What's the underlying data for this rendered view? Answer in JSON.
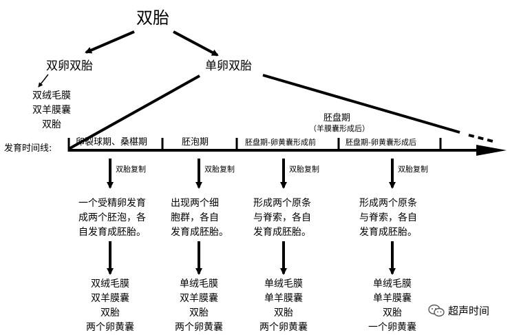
{
  "title": "双胎",
  "branches": {
    "dizygotic": "双卵双胎",
    "monozygotic": "单卵双胎"
  },
  "dizygotic_result": "双绒毛膜\n双羊膜囊\n双胎",
  "timeline": {
    "label": "发育时间线:",
    "stages": [
      "卵裂球期、桑椹期",
      "胚泡期",
      "胚盘期-卵黄囊形成前",
      "胚盘期-卵黄囊形成后"
    ],
    "embryo_disc_period": "胚盘期",
    "embryo_disc_note": "（羊膜囊形成后）"
  },
  "twin_copy_label": "双胎复制",
  "descriptions": [
    "一个受精卵发育\n成两个胚泡，各\n自发育成胚胎。",
    "出现两个细\n胞群，各自\n发育成胚胎。",
    "形成两个原条\n与脊索，各自\n发育成胚胎。",
    "形成两个原条\n与脊索，各自\n发育成胚胎。"
  ],
  "results": [
    "双绒毛膜\n双羊膜囊\n双胎\n两个卵黄囊",
    "单绒毛膜\n双羊膜囊\n双胎\n两个卵黄囊",
    "单绒毛膜\n单羊膜囊\n双胎\n两个卵黄囊",
    "单绒毛膜\n单羊膜囊\n双胎\n一个卵黄囊"
  ],
  "watermark": "超声时间"
}
